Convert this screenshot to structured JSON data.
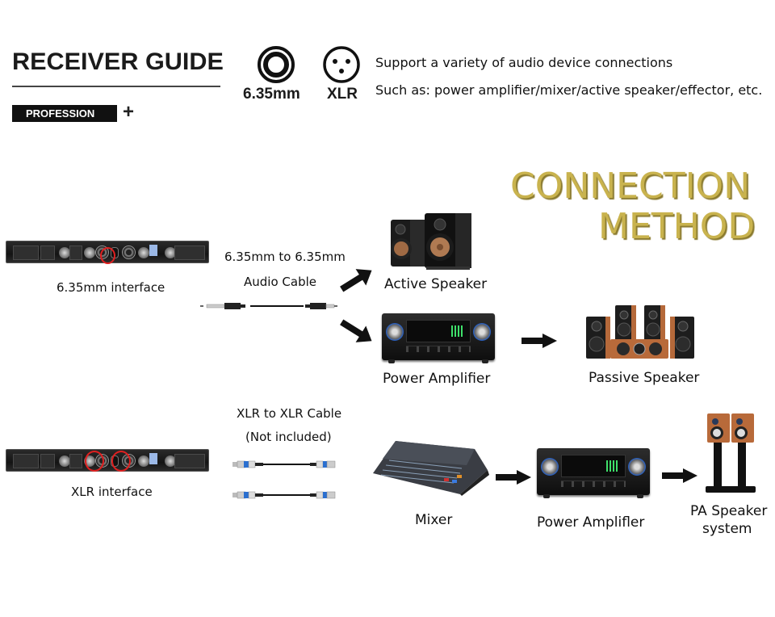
{
  "header": {
    "title": "RECEIVER GUIDE",
    "badge": "PROFESSION",
    "plus": "+",
    "connectors": [
      {
        "icon": "quarter-inch-jack-icon",
        "label": "6.35mm"
      },
      {
        "icon": "xlr-connector-icon",
        "label": "XLR"
      }
    ],
    "description": [
      "Support a variety of audio device connections",
      "Such as: power amplifier/mixer/active speaker/effector, etc."
    ]
  },
  "section_title": {
    "line1": "CONNECTION",
    "line2": "METHOD",
    "color": "#c9b34e"
  },
  "row1": {
    "receiver_label": "6.35mm  interface",
    "cable_label_line1": "6.35mm to 6.35mm",
    "cable_label_line2": "Audio Cable",
    "outputs": [
      {
        "name": "Active Speaker"
      },
      {
        "name": "Power Amplifier"
      }
    ],
    "chain_output": "Passive Speaker"
  },
  "row2": {
    "receiver_label": "XLR interface",
    "cable_label_line1": "XLR to XLR Cable",
    "cable_label_line2": "(Not included)",
    "chain": [
      "Mixer",
      "Power Amplifler"
    ],
    "final_line1": "PA Speaker",
    "final_line2": "system"
  },
  "colors": {
    "highlight_ring": "#e02020",
    "gold": "#c9b34e"
  }
}
